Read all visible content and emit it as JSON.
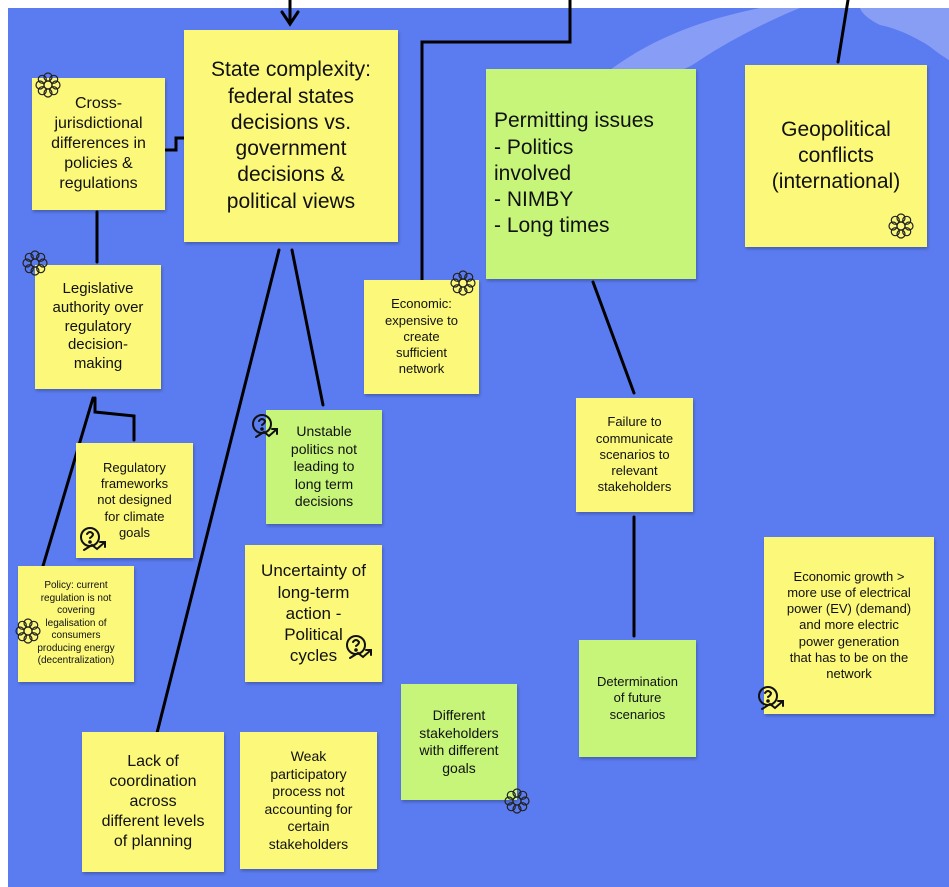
{
  "colors": {
    "board_background": "#5b7cf0",
    "sticky_yellow": "#fbf87a",
    "sticky_green": "#c6f57a",
    "connector": "#000000",
    "decoration": "#8da1f5"
  },
  "icons": {
    "flower": "flower-icon",
    "question": "question-arrow-icon"
  },
  "notes": [
    {
      "id": "state",
      "color": "yellow",
      "text": "State complexity:\nfederal states\ndecisions vs.\ngovernment\ndecisions &\npolitical views"
    },
    {
      "id": "cross",
      "color": "yellow",
      "text": "Cross-\njurisdictional\ndifferences in\npolicies &\nregulations"
    },
    {
      "id": "permitting",
      "color": "green",
      "text": "Permitting issues\n- Politics\ninvolved\n- NIMBY\n- Long times"
    },
    {
      "id": "geo",
      "color": "yellow",
      "text": "Geopolitical\nconflicts\n(international)"
    },
    {
      "id": "legislative",
      "color": "yellow",
      "text": "Legislative\nauthority over\nregulatory\ndecision-\nmaking"
    },
    {
      "id": "economic",
      "color": "yellow",
      "text": "Economic:\nexpensive to\ncreate\nsufficient\nnetwork"
    },
    {
      "id": "unstable",
      "color": "green",
      "text": "Unstable\npolitics not\nleading to\nlong term\ndecisions"
    },
    {
      "id": "failure",
      "color": "yellow",
      "text": "Failure to\ncommunicate\nscenarios to\nrelevant\nstakeholders"
    },
    {
      "id": "regulatory",
      "color": "yellow",
      "text": "Regulatory\nframeworks\nnot designed\nfor climate\ngoals"
    },
    {
      "id": "policy",
      "color": "yellow",
      "text": "Policy: current\nregulation is not\ncovering\nlegalisation of\nconsumers\nproducing energy\n(decentralization)"
    },
    {
      "id": "uncertainty",
      "color": "yellow",
      "text": "Uncertainty of\nlong-term\naction -\nPolitical\ncycles"
    },
    {
      "id": "growth",
      "color": "yellow",
      "text": "Economic growth >\nmore use of electrical\npower (EV) (demand)\nand more electric\npower generation\nthat has to be on the\nnetwork"
    },
    {
      "id": "determination",
      "color": "green",
      "text": "Determination\nof future\nscenarios"
    },
    {
      "id": "different",
      "color": "green",
      "text": "Different\nstakeholders\nwith different\ngoals"
    },
    {
      "id": "lack",
      "color": "yellow",
      "text": "Lack of\ncoordination\nacross\ndifferent levels\nof planning"
    },
    {
      "id": "weak",
      "color": "yellow",
      "text": "Weak\nparticipatory\nprocess not\naccounting for\ncertain\nstakeholders"
    }
  ]
}
